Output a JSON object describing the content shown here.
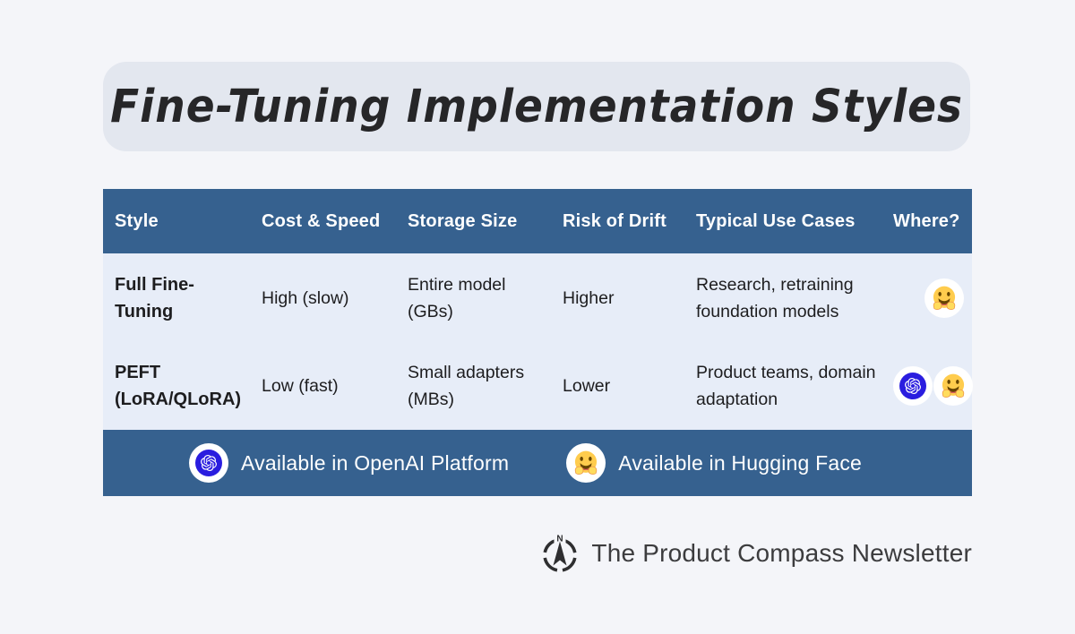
{
  "title": "Fine-Tuning Implementation Styles",
  "table": {
    "columns": [
      {
        "label": "Style"
      },
      {
        "label": "Cost & Speed"
      },
      {
        "label": "Storage Size"
      },
      {
        "label": "Risk of Drift"
      },
      {
        "label": "Typical Use Cases"
      },
      {
        "label": "Where?"
      }
    ],
    "rows": [
      {
        "style": "Full Fine-Tuning",
        "cost_speed": "High (slow)",
        "storage_size": "Entire model (GBs)",
        "risk_of_drift": "Higher",
        "use_cases": "Research, retraining foundation models",
        "where": [
          "hugging-face"
        ]
      },
      {
        "style": "PEFT (LoRA/QLoRA)",
        "cost_speed": "Low (fast)",
        "storage_size": "Small adapters (MBs)",
        "risk_of_drift": "Lower",
        "use_cases": "Product teams, domain adaptation",
        "where": [
          "openai",
          "hugging-face"
        ]
      }
    ]
  },
  "legend": {
    "items": [
      {
        "icon": "openai-icon",
        "label": "Available in OpenAI Platform"
      },
      {
        "icon": "hugging-face-icon",
        "label": "Available in Hugging Face"
      }
    ]
  },
  "footer": {
    "logo": "compass-icon",
    "brand": "The Product Compass Newsletter"
  },
  "colors": {
    "page_background": "#f4f5f9",
    "title_card_background": "#e3e7ef",
    "table_header_blue": "#36618f",
    "table_row_background": "#e7edf8",
    "openai_blue": "#2a1ddf",
    "hugging_face_yellow": "#ffcc4d",
    "text_dark": "#1d1d1f",
    "text_white": "#ffffff"
  }
}
